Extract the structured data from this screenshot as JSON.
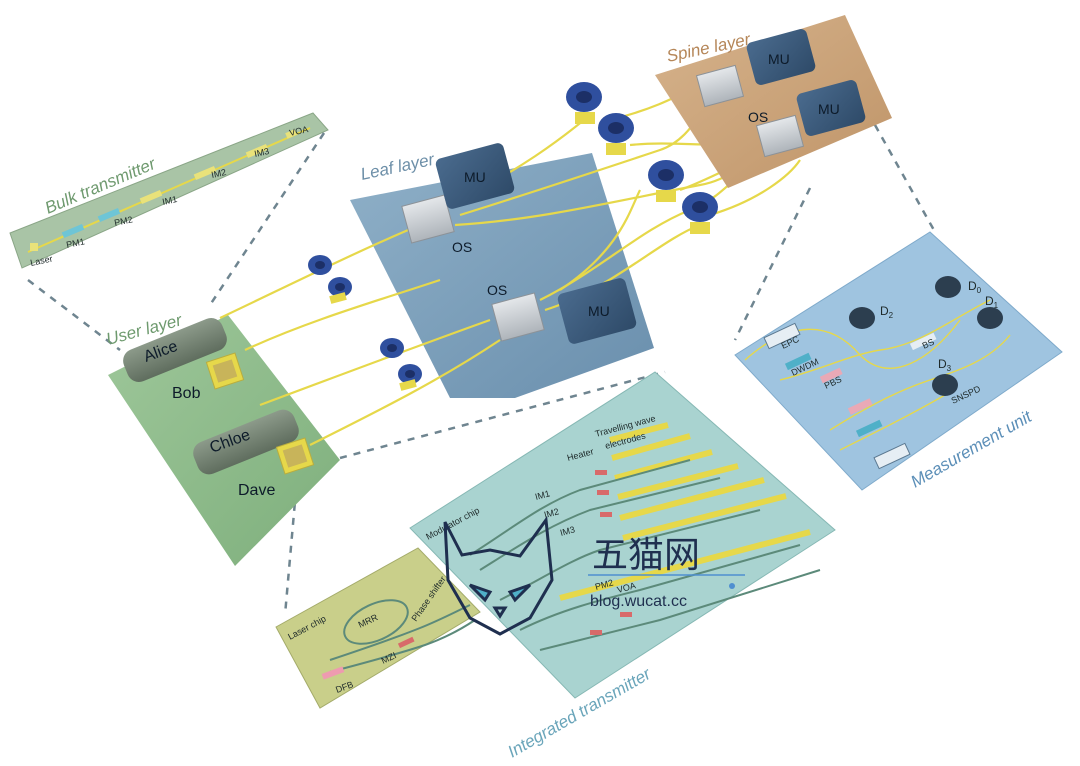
{
  "layers": {
    "user": "User layer",
    "leaf": "Leaf layer",
    "spine": "Spine layer"
  },
  "users": {
    "alice": "Alice",
    "bob": "Bob",
    "chloe": "Chloe",
    "dave": "Dave"
  },
  "switch": {
    "os": "OS",
    "mu": "MU"
  },
  "bulk_transmitter": {
    "title": "Bulk transmitter",
    "components": [
      "Laser",
      "PM1",
      "PM2",
      "IM1",
      "IM2",
      "IM3",
      "VOA"
    ]
  },
  "measurement_unit": {
    "title": "Measurement unit",
    "epc": "EPC",
    "dwdm": "DWDM",
    "pbs": "PBS",
    "bs": "BS",
    "d0": "D",
    "d0_sub": "0",
    "d1": "D",
    "d1_sub": "1",
    "d2": "D",
    "d2_sub": "2",
    "d3": "D",
    "d3_sub": "3",
    "snspd": "SNSPD"
  },
  "integrated_transmitter": {
    "title": "Integrated transmitter",
    "travelling_wave": "Travelling wave",
    "electrodes": "electrodes",
    "heater": "Heater",
    "modulator_chip": "Modulator chip",
    "im1": "IM1",
    "im2": "IM2",
    "im3": "IM3",
    "pm2": "PM2",
    "voa": "VOA",
    "laser_chip": "Laser chip",
    "mrr": "MRR",
    "phase_shifter": "Phase shifter",
    "mzi": "MZI",
    "dfb": "DFB"
  },
  "watermark": {
    "brand": "五猫网",
    "url": "blog.wucat.cc"
  },
  "colors": {
    "fiber": "#e6d84a",
    "user_panel": "#8fbd8a",
    "leaf_panel": "#7d9fba",
    "spine_panel": "#c9a27a",
    "measurement_panel": "#9fc4e0",
    "integrated_panel": "#a9d3d0",
    "laser_panel": "#c9cf8a",
    "bulk_panel": "#a9c4a6",
    "mu_box": "#3b5878",
    "os_chip": "#c8ccd0",
    "spool": "#2f4f9e"
  }
}
